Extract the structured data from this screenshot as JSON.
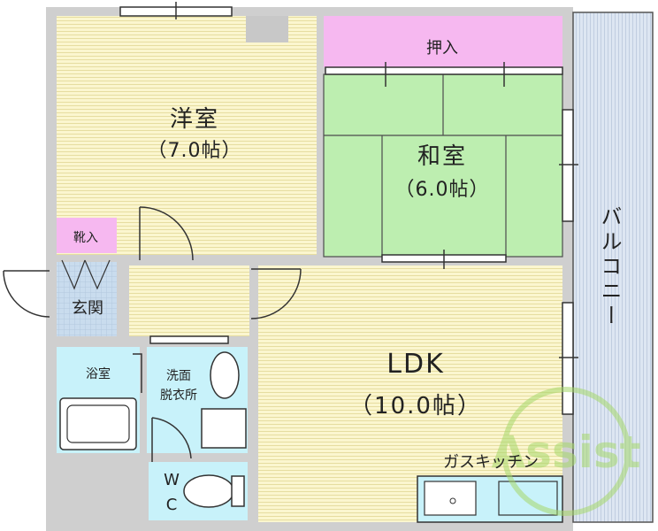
{
  "rooms": {
    "western": {
      "name": "洋室",
      "size": "（7.0帖）"
    },
    "japanese": {
      "name": "和室",
      "size": "（6.0帖）"
    },
    "closet": {
      "name": "押入"
    },
    "ldk": {
      "name": "LDK",
      "size": "（10.0帖）"
    },
    "balcony": {
      "name": "バルコニー"
    },
    "shoe_closet": {
      "name": "靴入"
    },
    "entrance": {
      "name": "玄関"
    },
    "bath": {
      "name": "浴室"
    },
    "washroom": {
      "line1": "洗面",
      "line2": "脱衣所"
    },
    "wc": {
      "line1": "W",
      "line2": "C"
    },
    "kitchen": {
      "name": "ガスキッチン"
    }
  },
  "watermark": {
    "text": "Assist"
  },
  "colors": {
    "wall": "#9a9a9a",
    "western_floor": "#fbf6cf",
    "ldk_floor": "#fbf6cf",
    "tatami": "#bdeeb0",
    "closet": "#f6b8f0",
    "wet_area": "#c8f2fa",
    "balcony": "#dde6f2",
    "entrance_tile": "#c9dcee",
    "watermark": "#a6d86a"
  }
}
